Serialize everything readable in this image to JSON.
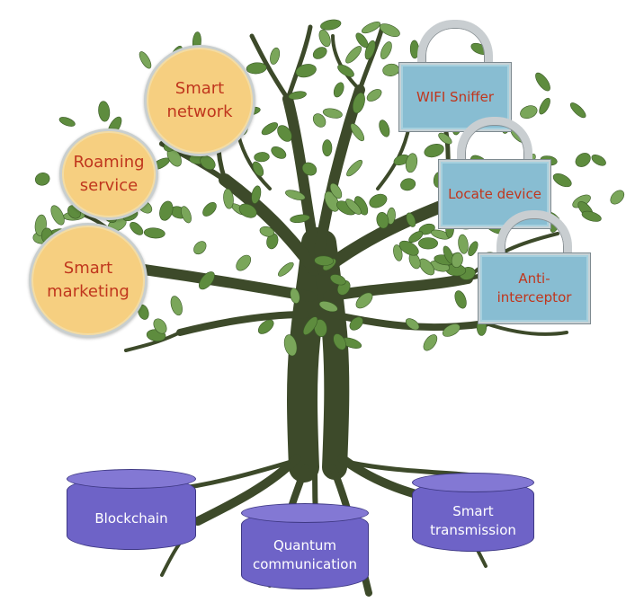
{
  "tree_color": "#3d4a2a",
  "leaf_color": "#5e8c3e",
  "bubbles": [
    {
      "label": "Smart\nnetwork",
      "color": "#f6cf80",
      "text_color": "#c0361d"
    },
    {
      "label": "Roaming\nservice",
      "color": "#f6cf80",
      "text_color": "#c0361d"
    },
    {
      "label": "Smart\nmarketing",
      "color": "#f6cf80",
      "text_color": "#c0361d"
    }
  ],
  "locks": [
    {
      "label": "WIFI Sniffer",
      "color": "#88bdd2"
    },
    {
      "label": "Locate device",
      "color": "#88bdd2"
    },
    {
      "label": "Anti-\ninterceptor",
      "color": "#88bdd2"
    }
  ],
  "roots": [
    {
      "label": "Blockchain",
      "color": "#6e63c7"
    },
    {
      "label": "Quantum\ncommunication",
      "color": "#6e63c7"
    },
    {
      "label": "Smart\ntransmission",
      "color": "#6e63c7"
    }
  ]
}
